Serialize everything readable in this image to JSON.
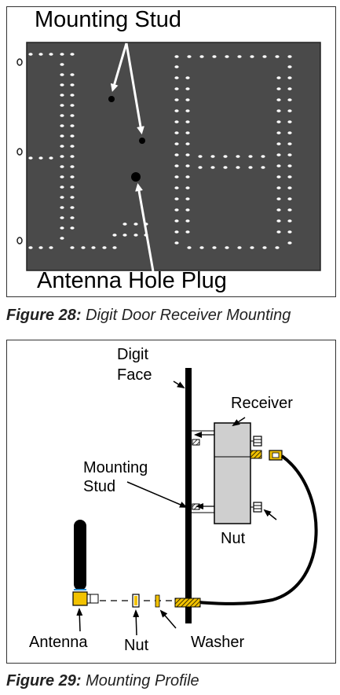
{
  "figure28": {
    "label_stud": "Mounting Stud",
    "label_plug": "Antenna Hole Plug",
    "caption_num": "Figure 28:",
    "caption_text": "Digit Door Receiver Mounting",
    "colors": {
      "panel": "#4a4a4a",
      "led": "#ffffff",
      "arrow": "#ffffff"
    }
  },
  "figure29": {
    "label_digit_face_1": "Digit",
    "label_digit_face_2": "Face",
    "label_receiver": "Receiver",
    "label_stud_1": "Mounting",
    "label_stud_2": "Stud",
    "label_nut_right": "Nut",
    "label_antenna": "Antenna",
    "label_nut_left": "Nut",
    "label_washer": "Washer",
    "caption_num": "Figure 29:",
    "caption_text": "Mounting Profile",
    "colors": {
      "brass": "#f2c200",
      "receiver": "#cfcfcf",
      "face": "#000000"
    }
  }
}
